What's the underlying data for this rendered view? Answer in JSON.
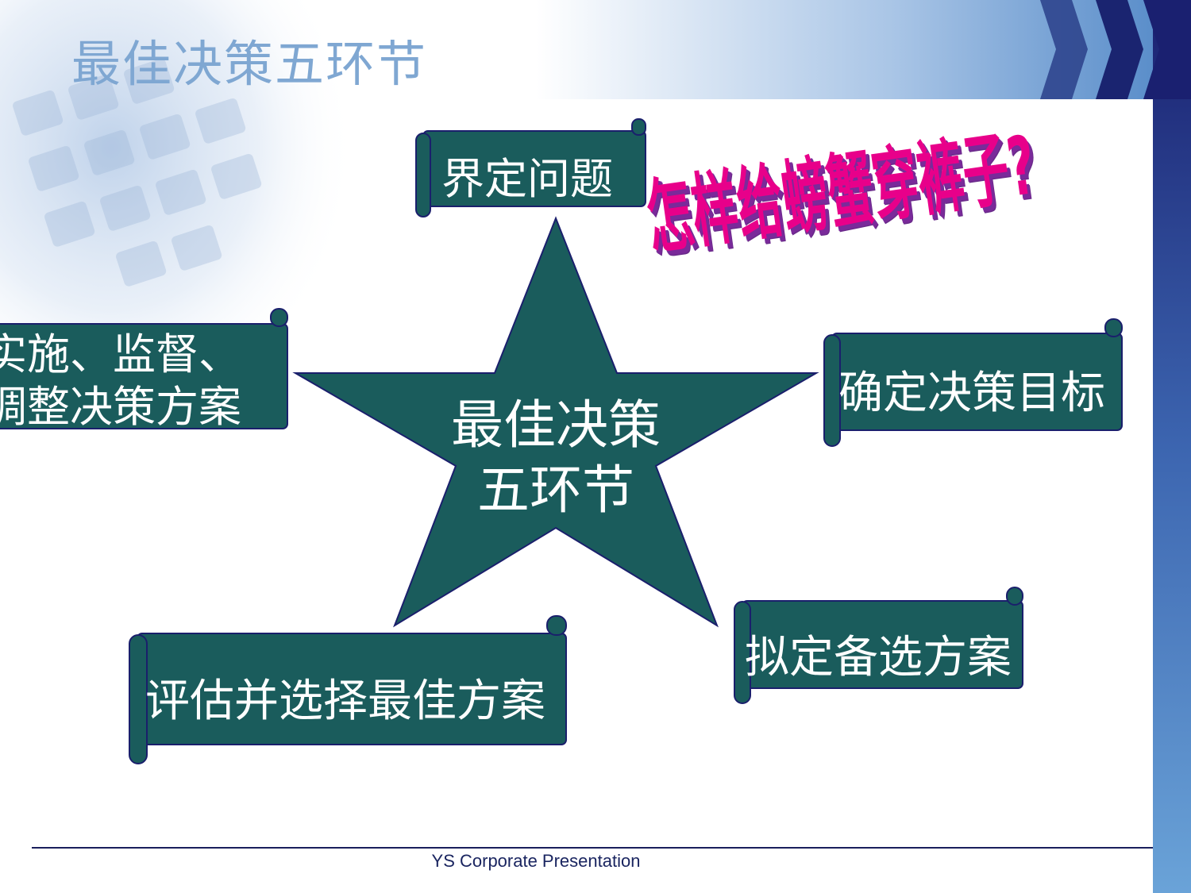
{
  "title": "最佳决策五环节",
  "center": {
    "line1": "最佳决策",
    "line2": "五环节"
  },
  "steps": [
    "界定问题",
    "确定决策目标",
    "拟定备选方案",
    "评估并选择最佳方案",
    {
      "line1": "实施、监督、",
      "line2": "调整决策方案"
    }
  ],
  "callout": "怎样给螃蟹穿裤子?",
  "footer": "YS Corporate Presentation",
  "colors": {
    "scroll_fill": "#1a5c5c",
    "star_fill": "#1a5c5c",
    "outline": "#1a1f6c",
    "title": "#7fa7d2",
    "callout": "#e8008a",
    "side_bar": "#2a3f8a"
  }
}
